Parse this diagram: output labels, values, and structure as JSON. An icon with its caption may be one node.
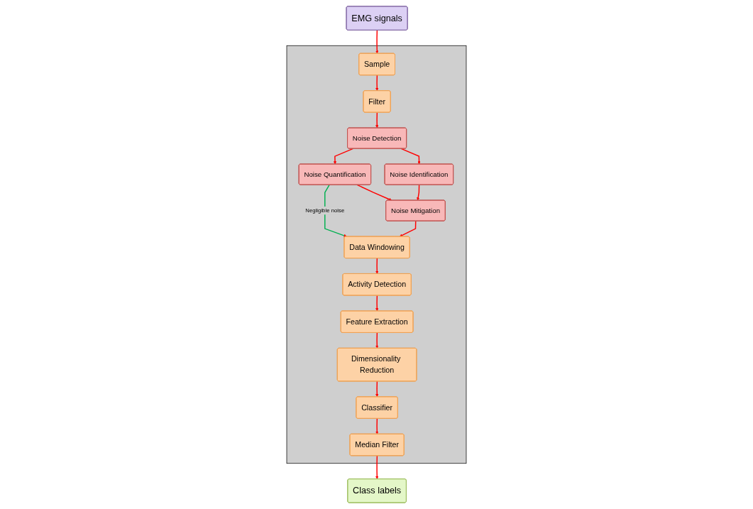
{
  "diagram": {
    "nodes": [
      {
        "text": [
          "EMG signals"
        ]
      },
      {
        "text": [],
        "shape": "box"
      },
      {
        "text": [
          "Sample"
        ],
        "in": 1
      },
      {
        "text": [
          "Filter"
        ],
        "in": 1
      },
      {
        "text": [
          "Noise Detection"
        ],
        "in": 1
      },
      {
        "text": [
          "Noise Quantification"
        ],
        "in": 1
      },
      {
        "text": [
          "Noise Identification"
        ],
        "in": 1
      },
      {
        "text": [
          "Noise Mitigation"
        ],
        "in": 1
      },
      {
        "text": [
          "Classifier"
        ],
        "in": 1
      },
      {
        "text": [
          "Dimensionality Reduction"
        ],
        "in": 1
      },
      {
        "text": [
          "Median Filter"
        ],
        "in": 1
      },
      {
        "text": [
          "Feature Extraction"
        ],
        "in": 1
      },
      {
        "text": [
          "Activity Detection"
        ],
        "in": 1
      },
      {
        "text": [
          "Data Windowing"
        ],
        "in": 1
      },
      {
        "text": [
          "Class labels"
        ]
      }
    ],
    "edges": [
      {
        "from": 0,
        "to": 2,
        "arrow": "to"
      },
      {
        "from": 2,
        "to": 3,
        "arrow": "to"
      },
      {
        "from": 3,
        "to": 4,
        "arrow": "to"
      },
      {
        "from": 4,
        "to": 5,
        "arrow": "to"
      },
      {
        "from": 4,
        "to": 6,
        "arrow": "to"
      },
      {
        "from": 5,
        "to": 7,
        "arrow": "to"
      },
      {
        "from": 6,
        "to": 7,
        "arrow": "to"
      },
      {
        "from": 5,
        "to": 13,
        "arrow": "to",
        "label": "Negligible noise",
        "color": "#00b050"
      },
      {
        "from": 7,
        "to": 13,
        "arrow": "to"
      },
      {
        "from": 13,
        "to": 12,
        "arrow": "to"
      },
      {
        "from": 12,
        "to": 11,
        "arrow": "to"
      },
      {
        "from": 11,
        "to": 9,
        "arrow": "to"
      },
      {
        "from": 9,
        "to": 8,
        "arrow": "to"
      },
      {
        "from": 8,
        "to": 10,
        "arrow": "to"
      },
      {
        "from": 10,
        "to": 14,
        "arrow": "to"
      }
    ]
  }
}
